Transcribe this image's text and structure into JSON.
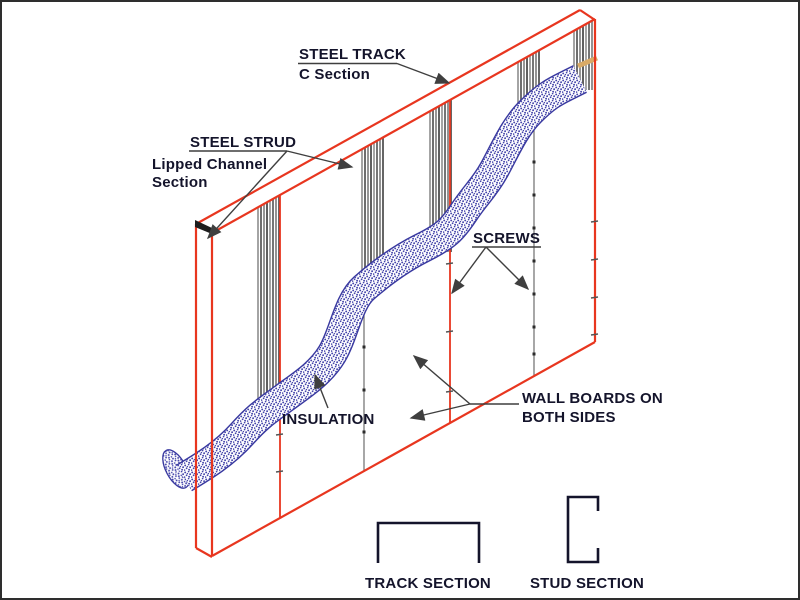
{
  "labels": {
    "steel_track": {
      "line1": "STEEL TRACK",
      "line2": "C Section"
    },
    "steel_stud": {
      "line1": "STEEL STRUD",
      "line2": "Lipped Channel",
      "line3": "Section"
    },
    "screws": {
      "label": "SCREWS"
    },
    "insulation": {
      "label": "INSULATION"
    },
    "wall_boards": {
      "line1": "WALL BOARDS ON",
      "line2": "BOTH SIDES"
    },
    "track_section": {
      "label": "TRACK SECTION"
    },
    "stud_section": {
      "label": "STUD SECTION"
    }
  },
  "colors": {
    "board_outline_red": "#e8361f",
    "insulation_blue": "#4444aa",
    "insulation_outline": "#3939a0",
    "leader_gray": "#3f3f3f",
    "text_dark": "#14142b",
    "background": "#ffffff",
    "border": "#2e2e2e"
  }
}
